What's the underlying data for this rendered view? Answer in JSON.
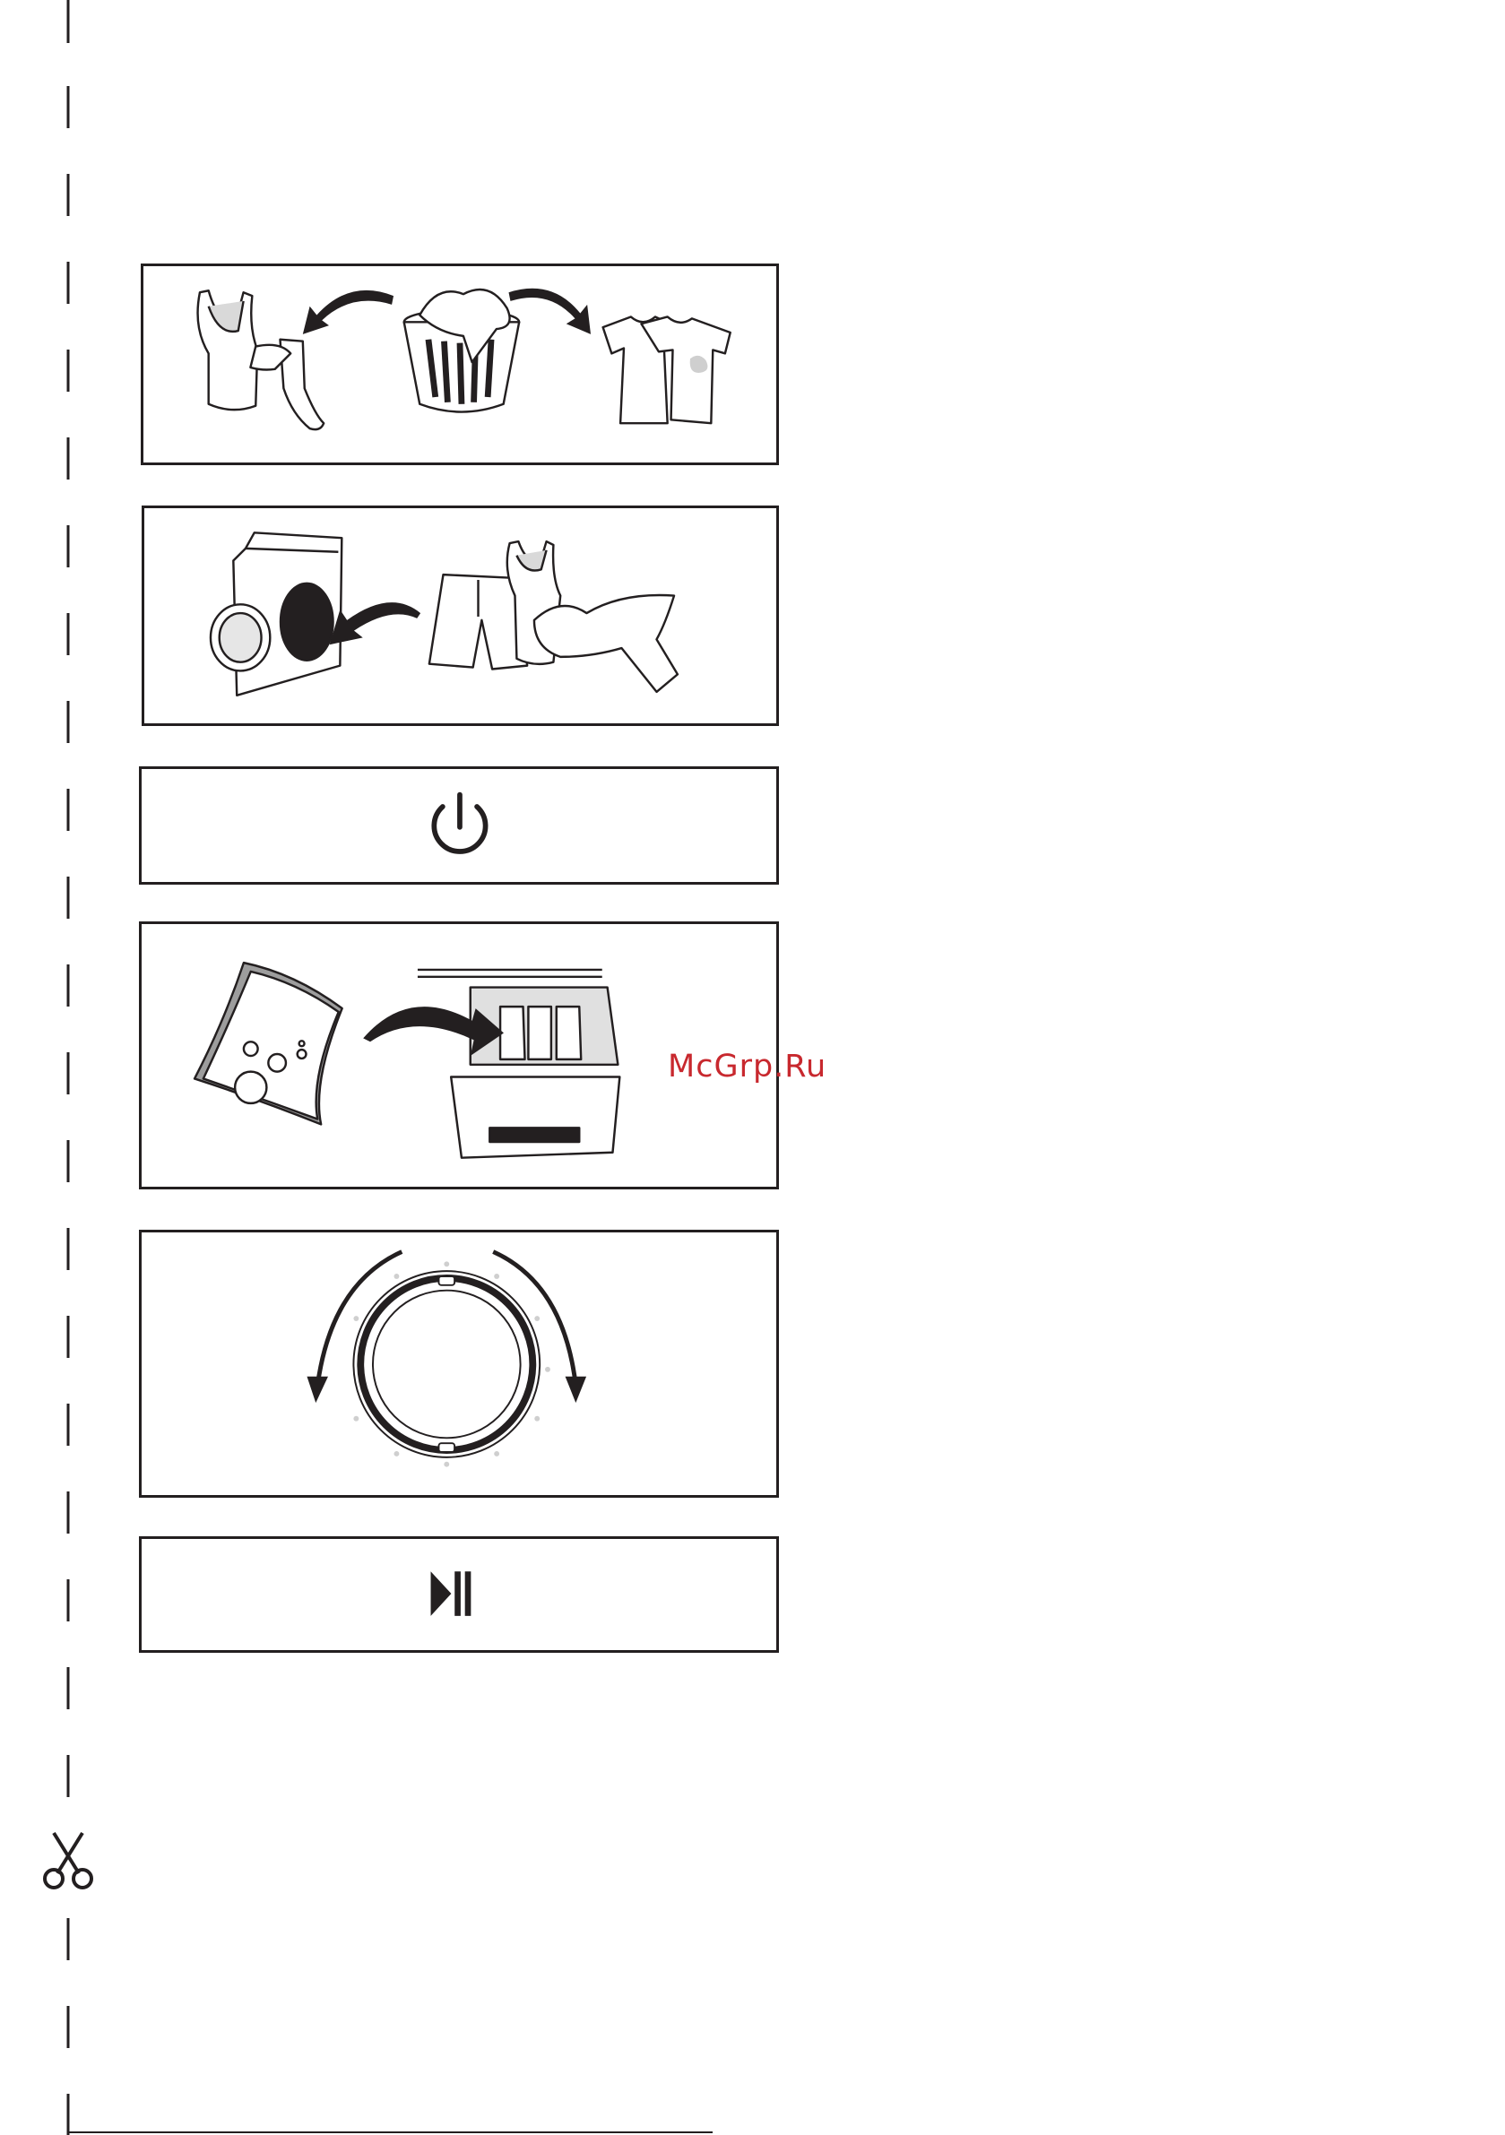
{
  "page": {
    "background": "#ffffff",
    "ink": "#231f20"
  },
  "watermark": {
    "text": "McGrp.Ru",
    "color": "#c8282e"
  },
  "cut_guide": {
    "icon": "scissors-icon"
  },
  "steps": [
    {
      "id": "sort-laundry",
      "icons": [
        "vest-icon",
        "sock-icon",
        "laundry-basket-icon",
        "tshirts-icon",
        "curved-arrow-icon"
      ]
    },
    {
      "id": "load-laundry",
      "icons": [
        "washing-machine-icon",
        "shorts-icon",
        "vest-icon",
        "scarf-icon",
        "curved-arrow-icon"
      ]
    },
    {
      "id": "power-on",
      "icons": [
        "power-icon"
      ]
    },
    {
      "id": "add-detergent",
      "icons": [
        "detergent-packet-icon",
        "detergent-drawer-icon",
        "curved-arrow-icon"
      ]
    },
    {
      "id": "select-program",
      "icons": [
        "program-dial-icon",
        "rotate-left-arrow-icon",
        "rotate-right-arrow-icon"
      ]
    },
    {
      "id": "start-pause",
      "icons": [
        "play-pause-icon"
      ]
    }
  ]
}
